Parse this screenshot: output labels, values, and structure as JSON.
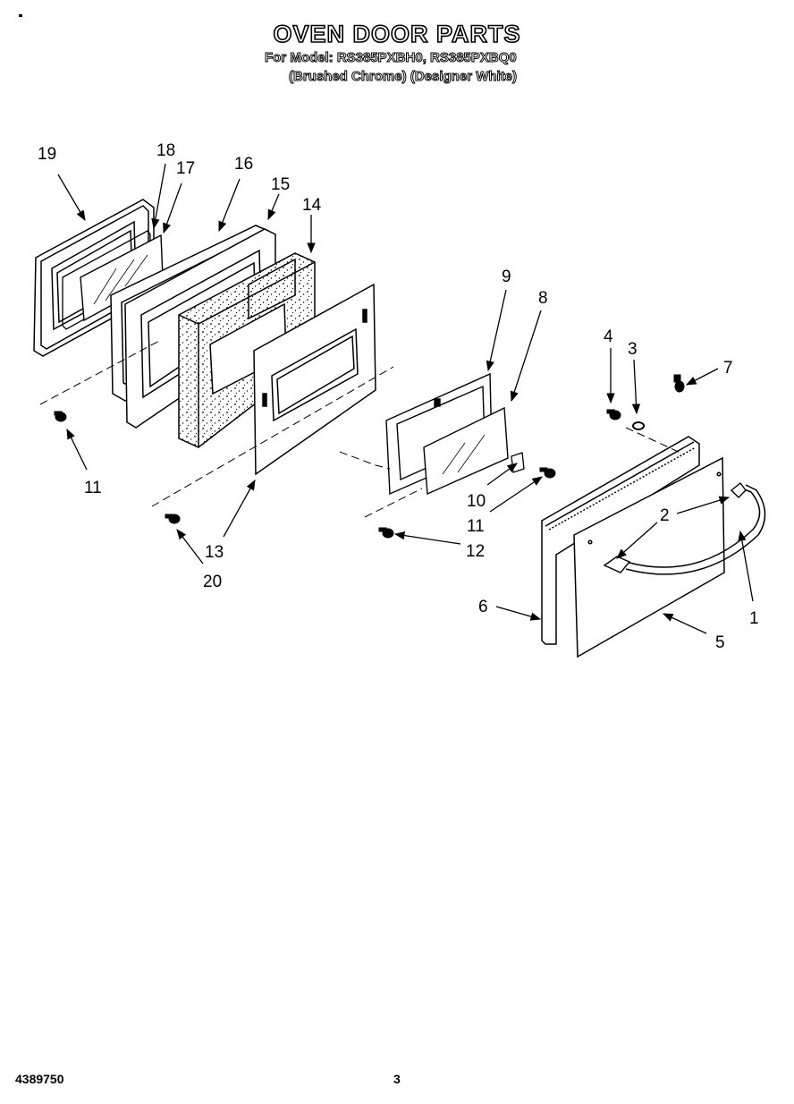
{
  "header": {
    "title": "OVEN DOOR PARTS",
    "model_line": "For Model: RS385PXBH0, RS385PXBQ0",
    "variant_line": "(Brushed Chrome) (Designer White)"
  },
  "callouts": {
    "p1": "1",
    "p2": "2",
    "p3": "3",
    "p4": "4",
    "p5": "5",
    "p6": "6",
    "p7": "7",
    "p8": "8",
    "p9": "9",
    "p10": "10",
    "p11a": "11",
    "p11b": "11",
    "p12": "12",
    "p13": "13",
    "p14": "14",
    "p15": "15",
    "p16": "16",
    "p17": "17",
    "p18": "18",
    "p19": "19",
    "p20": "20"
  },
  "footer": {
    "doc_number": "4389750",
    "page_number": "3"
  }
}
